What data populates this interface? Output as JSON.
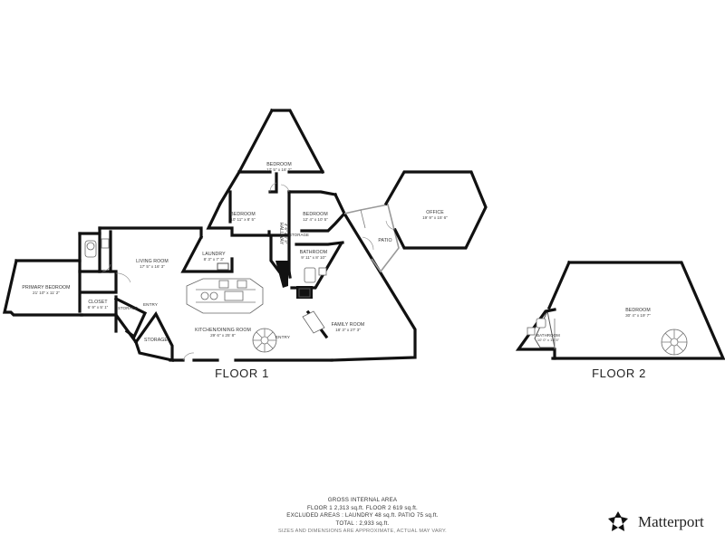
{
  "floors": [
    {
      "label": "FLOOR 1",
      "rooms": [
        {
          "name": "BEDROOM",
          "dims": "17' 5\" x 16' 2\""
        },
        {
          "name": "BEDROOM",
          "dims": "10' 11\" x 8' 5\""
        },
        {
          "name": "BEDROOM",
          "dims": "12' 4\" x 10' 5\""
        },
        {
          "name": "OFFICE",
          "dims": "19' 9\" x 15' 6\""
        },
        {
          "name": "PATIO",
          "dims": ""
        },
        {
          "name": "HALLWAY",
          "dims": "4' 6\" x 3' 3\""
        },
        {
          "name": "STORAGE",
          "dims": ""
        },
        {
          "name": "BATHROOM",
          "dims": "9' 11\" x 8' 10\""
        },
        {
          "name": "LAUNDRY",
          "dims": "8' 3\" x 7' 3\""
        },
        {
          "name": "LIVING ROOM",
          "dims": "17' 5\" x 16' 3\""
        },
        {
          "name": "PRIMARY BEDROOM",
          "dims": "21' 10\" x 11' 2\""
        },
        {
          "name": "CLOSET",
          "dims": "6' 9\" x 5' 1\""
        },
        {
          "name": "STORAGE",
          "dims": ""
        },
        {
          "name": "ENTRY",
          "dims": ""
        },
        {
          "name": "STORAGE",
          "dims": ""
        },
        {
          "name": "KITCHEN/DINING ROOM",
          "dims": "29' 6\" x 25' 8\""
        },
        {
          "name": "ENTRY",
          "dims": ""
        },
        {
          "name": "FAMILY ROOM",
          "dims": "18' 3\" x 27' 3\""
        }
      ]
    },
    {
      "label": "FLOOR 2",
      "rooms": [
        {
          "name": "BEDROOM",
          "dims": "30' 4\" x 19' 7\""
        },
        {
          "name": "BATHROOM",
          "dims": "10' 0\" x 15' 5\""
        }
      ]
    }
  ],
  "area_summary": {
    "title": "GROSS INTERNAL AREA",
    "line1": "FLOOR 1 2,313 sq.ft.   FLOOR 2 619 sq.ft.",
    "line2": "EXCLUDED AREAS :  LAUNDRY 48 sq.ft.   PATIO 75 sq.ft.",
    "line3": "TOTAL :  2,933 sq.ft.",
    "note": "SIZES AND DIMENSIONS ARE APPROXIMATE, ACTUAL MAY VARY."
  },
  "brand": {
    "name": "Matterport",
    "logo_icon": "matterport-logo-icon"
  },
  "colors": {
    "walls": "#111111",
    "background": "#ffffff"
  }
}
